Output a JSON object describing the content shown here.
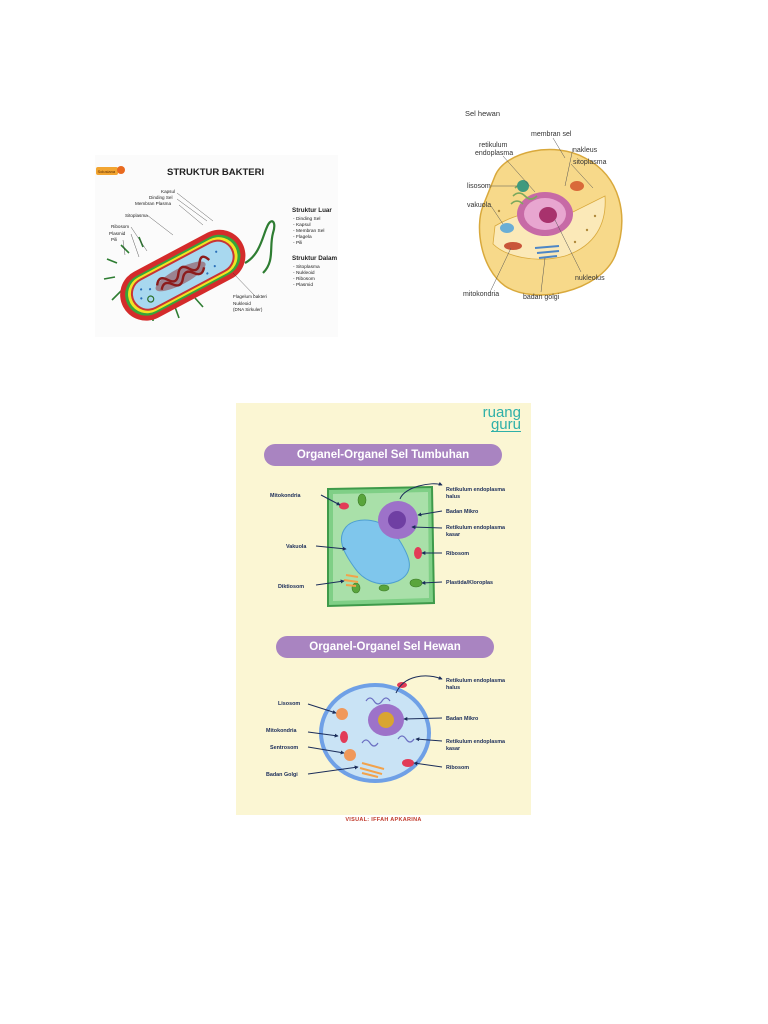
{
  "bacteria": {
    "title": "STRUKTUR BAKTERI",
    "badge": "Solusiana",
    "labels": [
      "Kapsul",
      "Dinding Sel",
      "Membran Plasma",
      "Sitoplasma",
      "Ribosom",
      "Plasmid",
      "Pili",
      "Flagelum bakteri",
      "Nukleoid",
      "(DNA Sirkuler)"
    ],
    "outer_heading": "Struktur Luar",
    "outer_items": [
      "Dinding Sel",
      "Kapsul",
      "Membran Sel",
      "Flagela",
      "Pili"
    ],
    "inner_heading": "Struktur Dalam",
    "inner_items": [
      "Sitoplasma",
      "Nukleoid",
      "Ribosom",
      "Plasmid"
    ],
    "colors": {
      "capsule": "#d42b2b",
      "wall_yellow": "#f2e324",
      "wall_green": "#36a53a",
      "cytoplasm": "#a8d8ef",
      "dna": "#8c1c1c"
    }
  },
  "animal_cell": {
    "title": "Sel hewan",
    "labels": {
      "membran": "membran sel",
      "retikulum1": "retikulum",
      "retikulum2": "endoplasma",
      "nakleus": "nakleus",
      "sitoplasma": "sitoplasma",
      "lisosom": "lisosom",
      "vakuola": "vakuola",
      "nukleolus": "nukleolus",
      "mitokondria": "mitokondria",
      "golgi": "badan golgi"
    }
  },
  "ruangguru": {
    "logo_line1": "ruang",
    "logo_line2": "guru",
    "plant_title": "Organel-Organel Sel Tumbuhan",
    "plant_left": [
      "Mitokondria",
      "Vakuola",
      "Diktiosom"
    ],
    "plant_right": [
      "Retikulum endoplasma",
      "halus",
      "Badan Mikro",
      "Retikulum endoplasma",
      "kasar",
      "Ribosom",
      "Plastida/Kloroplas"
    ],
    "animal_title": "Organel-Organel Sel Hewan",
    "animal_left": [
      "Lisosom",
      "Mitokondria",
      "Sentrosom",
      "Badan Golgi"
    ],
    "animal_right": [
      "Retikulum endoplasma",
      "halus",
      "Badan Mikro",
      "Retikulum endoplasma",
      "kasar",
      "Ribosom"
    ],
    "credit": "VISUAL: IFFAH APKARINA",
    "colors": {
      "background": "#fbf6d3",
      "pill": "#a984c1",
      "logo": "#2fb0a8"
    }
  }
}
